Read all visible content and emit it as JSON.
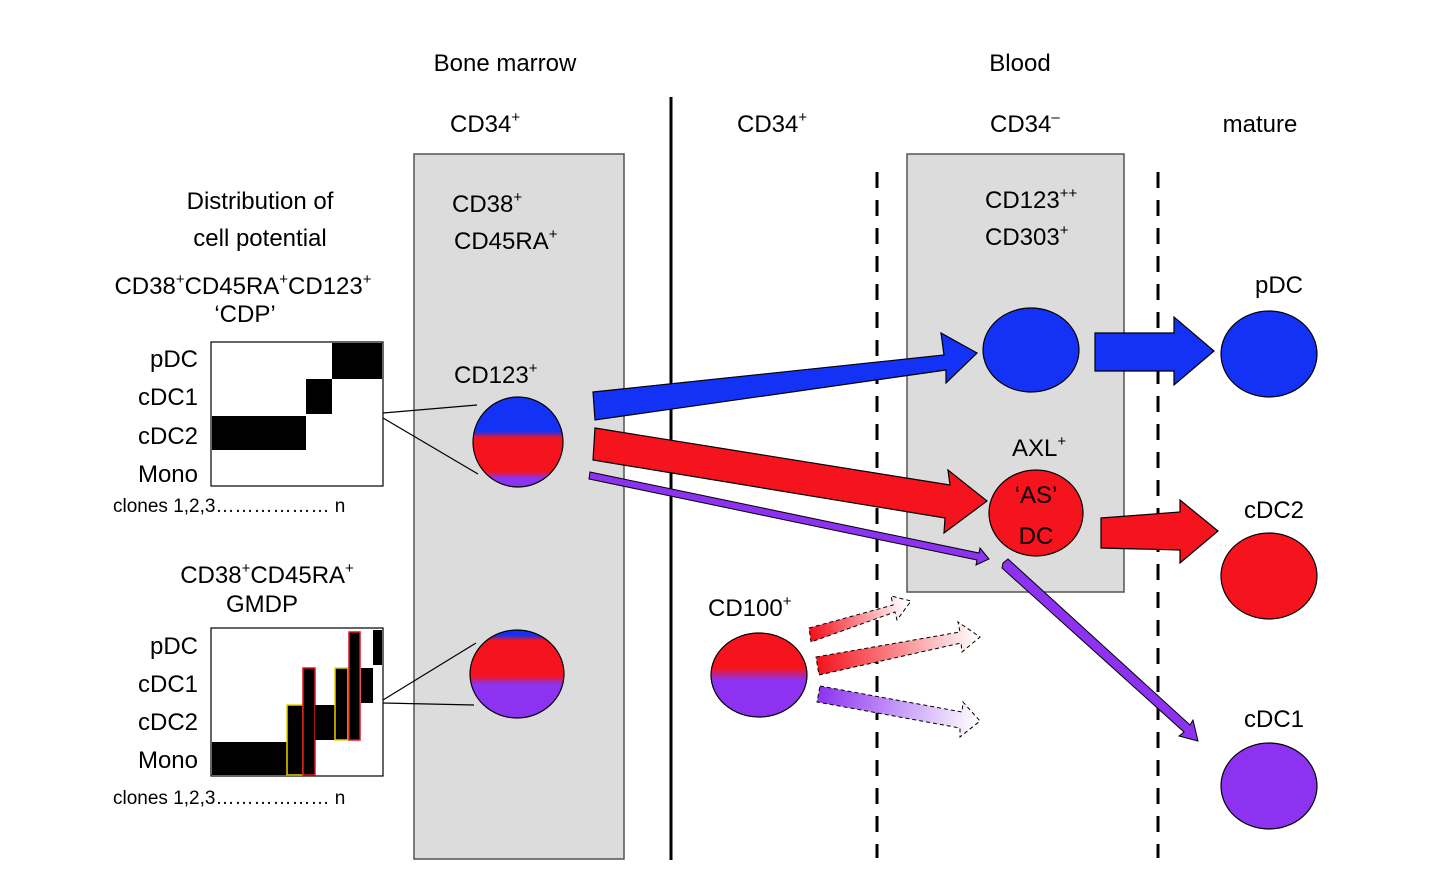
{
  "headers": {
    "bone_marrow": "Bone marrow",
    "blood": "Blood",
    "bm_cd34": "CD34",
    "bm_cd34_sup": "+",
    "blood_cd34pos": "CD34",
    "blood_cd34pos_sup": "+",
    "blood_cd34neg": "CD34",
    "blood_cd34neg_sup": "–",
    "mature": "mature"
  },
  "bm_box": {
    "line1": "CD38",
    "line1_sup": "+",
    "line2": "CD45RA",
    "line2_sup": "+",
    "cd123": "CD123",
    "cd123_sup": "+"
  },
  "blood_box": {
    "line1": "CD123",
    "line1_sup": "++",
    "line2": "CD303",
    "line2_sup": "+",
    "axl": "AXL",
    "axl_sup": "+",
    "as_dc_line1": "‘AS’",
    "as_dc_line2": "DC"
  },
  "cd100": {
    "label": "CD100",
    "sup": "+"
  },
  "mature_cells": {
    "pdc": "pDC",
    "cdc2": "cDC2",
    "cdc1": "cDC1"
  },
  "left_panel": {
    "title_line1": "Distribution of",
    "title_line2": "cell potential",
    "cdp": {
      "name_parts": [
        "CD38",
        "+",
        "CD45RA",
        "+",
        "CD123",
        "+"
      ],
      "nickname": "‘CDP’",
      "rows": [
        "pDC",
        "cDC1",
        "cDC2",
        "Mono"
      ],
      "clones_label": "clones 1,2,3……………… n"
    },
    "gmdp": {
      "name_parts": [
        "CD38",
        "+",
        "CD45RA",
        "+"
      ],
      "nickname": "GMDP",
      "rows": [
        "pDC",
        "cDC1",
        "cDC2",
        "Mono"
      ],
      "clones_label": "clones 1,2,3……………… n"
    }
  },
  "colors": {
    "pdc": "#1432f5",
    "cdc2": "#f5141e",
    "cdc1": "#8c32f0",
    "compartment": "#dcdcdc"
  }
}
